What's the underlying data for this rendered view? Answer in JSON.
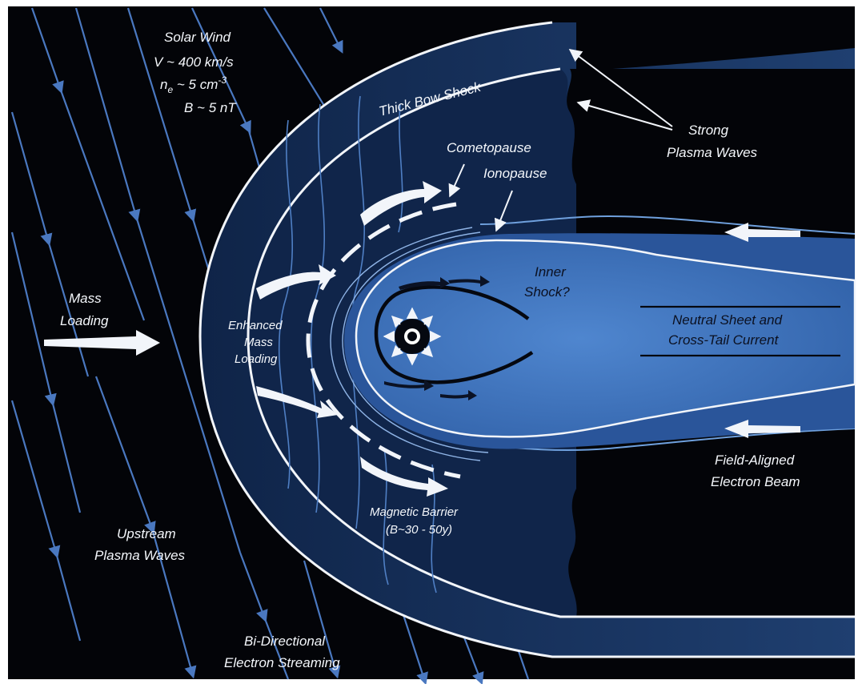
{
  "colors": {
    "background": "#030408",
    "sheath": "#16305a",
    "sheath_inner": "#1f3f70",
    "coma": "#3d71b8",
    "coma_edge": "#6fa0dd",
    "field_line": "#4a78c0",
    "outline": "#f2f5fa"
  },
  "labels": {
    "solar_wind_1": "Solar Wind",
    "solar_wind_2": "V ~ 400 km/s",
    "solar_wind_3_pre": "n",
    "solar_wind_3_sub": "e",
    "solar_wind_3_mid": " ~ 5 cm",
    "solar_wind_3_sup": "-3",
    "solar_wind_4": "B ~ 5 nT",
    "thick_bow_shock": "Thick Bow Shock",
    "strong_plasma_waves_1": "Strong",
    "strong_plasma_waves_2": "Plasma Waves",
    "cometopause": "Cometopause",
    "ionopause": "Ionopause",
    "inner_shock_1": "Inner",
    "inner_shock_2": "Shock?",
    "mass_loading_1": "Mass",
    "mass_loading_2": "Loading",
    "enhanced_1": "Enhanced",
    "enhanced_2": "Mass",
    "enhanced_3": "Loading",
    "neutral_sheet_1": "Neutral Sheet and",
    "neutral_sheet_2": "Cross-Tail Current",
    "field_aligned_1": "Field-Aligned",
    "field_aligned_2": "Electron Beam",
    "magnetic_barrier_1": "Magnetic Barrier",
    "magnetic_barrier_2": "(B~30 - 50y)",
    "upstream_1": "Upstream",
    "upstream_2": "Plasma Waves",
    "bidirectional_1": "Bi-Directional",
    "bidirectional_2": "Electron Streaming"
  }
}
